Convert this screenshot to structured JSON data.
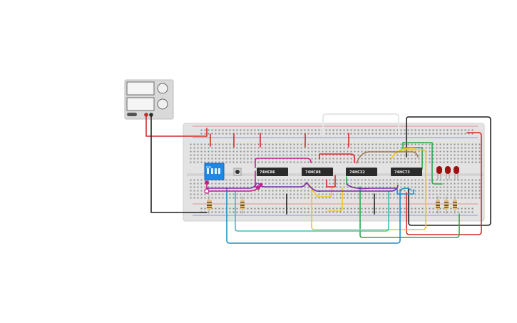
{
  "power_supply": {
    "device": "bench-power-supply"
  },
  "chips": [
    {
      "label": "74HC86"
    },
    {
      "label": "74HC08"
    },
    {
      "label": "74HC32"
    },
    {
      "label": "74HC73"
    }
  ],
  "dip_switch": {
    "label": "ON"
  },
  "colors": {
    "breadboard": "#e3e3e3",
    "wire_red": "#d42a2a",
    "wire_black": "#222222",
    "wire_purple": "#7a2fb0",
    "wire_magenta": "#c0248a",
    "wire_yellow": "#f2c718",
    "wire_green": "#2aa84a",
    "wire_blue": "#1f8fc8",
    "wire_teal": "#3cc2b8",
    "wire_brown": "#9c7a55",
    "led": "#a01010",
    "dip_switch": "#1e88e5"
  }
}
